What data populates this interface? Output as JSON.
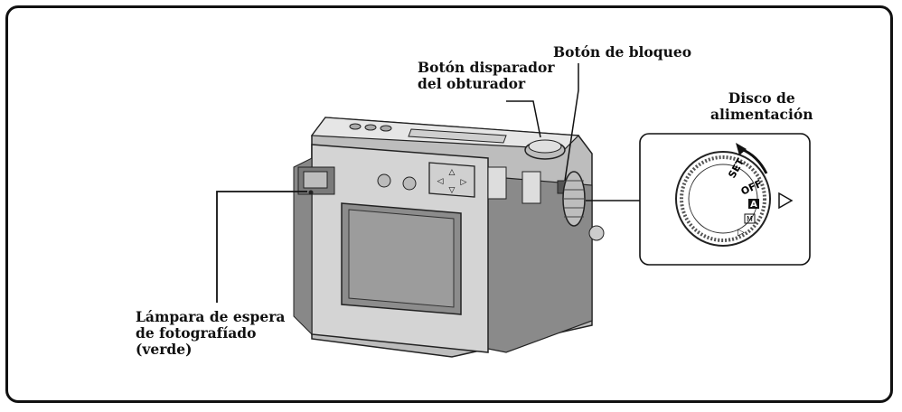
{
  "labels": {
    "shutter_button": "Botón disparador\ndel obturador",
    "lock_button": "Botón de bloqueo",
    "power_dial": "Disco de\nalimentación",
    "photo_standby_lamp": "Lámpara de espera\nde fotografíado\n(verde)"
  },
  "dial_markings": {
    "set": "SET",
    "off": "OFF",
    "auto": "A",
    "manual": "M",
    "playback": "▷"
  },
  "colors": {
    "border": "#111111",
    "camera_body": "#d9d9d9",
    "camera_dark": "#9a9a9a",
    "camera_shadow": "#7d7d7d",
    "lcd": "#8c8c8c"
  }
}
